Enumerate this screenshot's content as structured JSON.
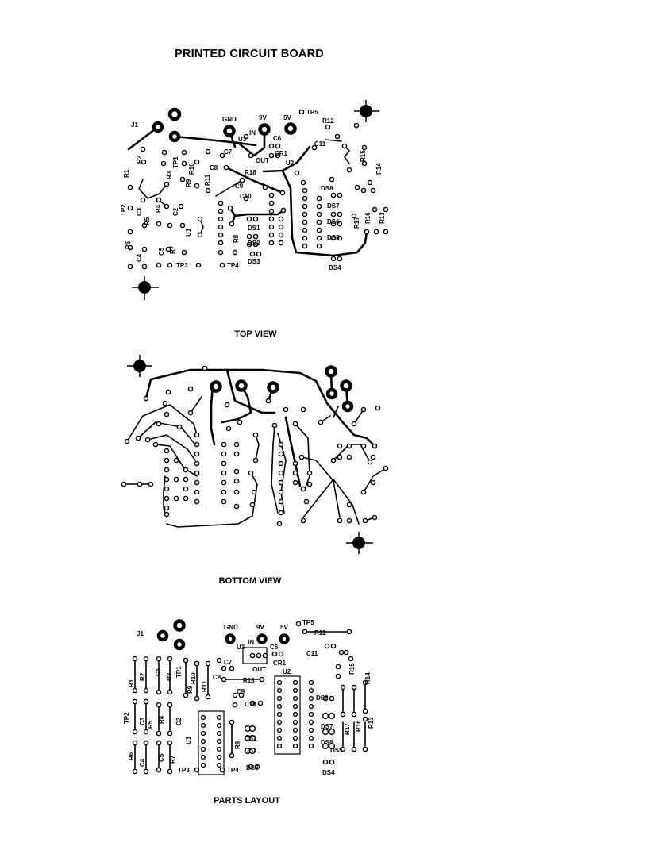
{
  "title": "PRINTED CIRCUIT BOARD",
  "views": {
    "top": {
      "caption": "TOP VIEW"
    },
    "bottom": {
      "caption": "BOTTOM VIEW"
    },
    "parts": {
      "caption": "PARTS LAYOUT"
    }
  },
  "top_labels": {
    "j1": "J1",
    "gnd": "GND",
    "v9": "9V",
    "v5": "5V",
    "tp5": "TP5",
    "r12": "R12",
    "u3": "U3",
    "in": "IN",
    "c6": "C6",
    "out": "OUT",
    "cr1": "CR1",
    "c7": "C7",
    "c11": "C11",
    "r2": "R2",
    "tp1": "TP1",
    "r1": "R1",
    "r10": "R10",
    "r9": "R9",
    "r11": "R11",
    "c8": "C8",
    "r18": "R18",
    "u2": "U2",
    "c9": "C9",
    "c10": "C10",
    "tp2": "TP2",
    "r3": "R3",
    "r4": "R4",
    "c2": "C2",
    "c3": "C3",
    "r5": "R5",
    "u1": "U1",
    "r6": "R6",
    "c4": "C4",
    "c5": "C5",
    "r7": "R7",
    "tp3": "TP3",
    "r8": "R8",
    "tp4": "TP4",
    "ds1": "DS1",
    "ds2": "DS2",
    "ds3": "DS3",
    "ds5": "DS5",
    "ds6": "DS6",
    "ds7": "DS7",
    "ds8": "DS8",
    "ds4": "DS4",
    "r13": "R13",
    "r14": "R14",
    "r15": "R15",
    "r16": "R16",
    "r17": "R17"
  },
  "parts_labels": {
    "j1": "J1",
    "gnd": "GND",
    "v9": "9V",
    "v5": "5V",
    "tp5": "TP5",
    "r12": "R12",
    "u3": "U3",
    "in": "IN",
    "c6": "C6",
    "c11": "C11",
    "out": "OUT",
    "cr1": "CR1",
    "c7": "C7",
    "r18": "R18",
    "u2": "U2",
    "tp1": "TP1",
    "r10": "R10",
    "r9": "R9",
    "r11": "R11",
    "c8": "C8",
    "c9": "C9",
    "c10": "C10",
    "tp2": "TP2",
    "r1": "R1",
    "r2": "R2",
    "r3": "R3",
    "r4": "R4",
    "c1": "C1",
    "c2": "C2",
    "c3": "C3",
    "u1": "U1",
    "r5": "R5",
    "r6": "R6",
    "r7": "R7",
    "r8": "R8",
    "c4": "C4",
    "c5": "C5",
    "tp3": "TP3",
    "tp4": "TP4",
    "ds1": "DS1",
    "ds2": "DS2",
    "ds3": "DS3",
    "ds4": "DS4",
    "ds5": "DS5",
    "ds6": "DS6",
    "ds7": "DS7",
    "ds8": "DS8",
    "r13": "R13",
    "r14": "R14",
    "r15": "R15",
    "r16": "R16",
    "r17": "R17"
  }
}
